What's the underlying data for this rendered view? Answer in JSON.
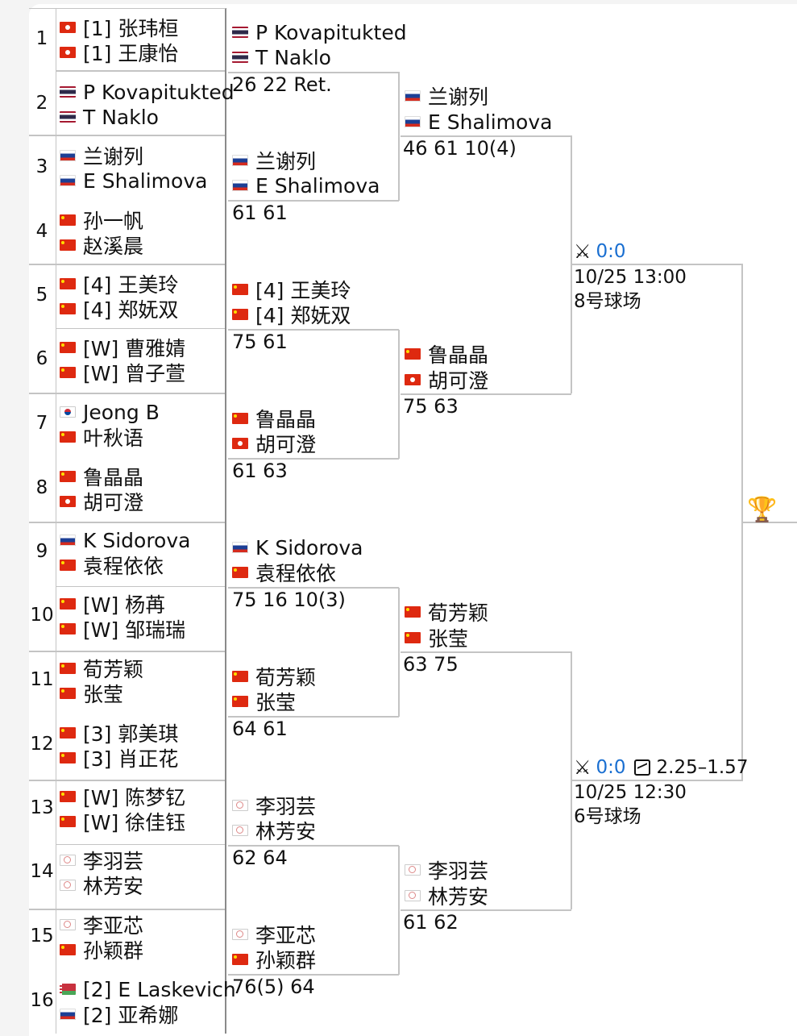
{
  "seeds": [
    "1",
    "2",
    "3",
    "4",
    "5",
    "6",
    "7",
    "8",
    "9",
    "10",
    "11",
    "12",
    "13",
    "14",
    "15",
    "16"
  ],
  "round1": [
    {
      "p1": {
        "flag": "hk",
        "name": "[1] 张玮桓"
      },
      "p2": {
        "flag": "hk",
        "name": "[1] 王康怡"
      }
    },
    {
      "p1": {
        "flag": "th",
        "name": "P Kovapitukted"
      },
      "p2": {
        "flag": "th",
        "name": "T Naklo"
      }
    },
    {
      "p1": {
        "flag": "ru",
        "name": "兰谢列"
      },
      "p2": {
        "flag": "ru",
        "name": "E Shalimova"
      }
    },
    {
      "p1": {
        "flag": "cn",
        "name": "孙一帆"
      },
      "p2": {
        "flag": "cn",
        "name": "赵溪晨"
      }
    },
    {
      "p1": {
        "flag": "cn",
        "name": "[4] 王美玲"
      },
      "p2": {
        "flag": "cn",
        "name": "[4] 郑妩双"
      }
    },
    {
      "p1": {
        "flag": "cn",
        "name": "[W] 曹雅婧"
      },
      "p2": {
        "flag": "cn",
        "name": "[W] 曾子萱"
      }
    },
    {
      "p1": {
        "flag": "kr",
        "name": "Jeong B"
      },
      "p2": {
        "flag": "cn",
        "name": "叶秋语"
      }
    },
    {
      "p1": {
        "flag": "cn",
        "name": "鲁晶晶"
      },
      "p2": {
        "flag": "hk",
        "name": "胡可澄"
      }
    },
    {
      "p1": {
        "flag": "ru",
        "name": "K Sidorova"
      },
      "p2": {
        "flag": "cn",
        "name": "袁程依依"
      }
    },
    {
      "p1": {
        "flag": "cn",
        "name": "[W] 杨苒"
      },
      "p2": {
        "flag": "cn",
        "name": "[W] 邹瑞瑞"
      }
    },
    {
      "p1": {
        "flag": "cn",
        "name": "荀芳颖"
      },
      "p2": {
        "flag": "cn",
        "name": "张莹"
      }
    },
    {
      "p1": {
        "flag": "cn",
        "name": "[3] 郭美琪"
      },
      "p2": {
        "flag": "cn",
        "name": "[3] 肖正花"
      }
    },
    {
      "p1": {
        "flag": "cn",
        "name": "[W] 陈梦钇"
      },
      "p2": {
        "flag": "cn",
        "name": "[W] 徐佳钰"
      }
    },
    {
      "p1": {
        "flag": "tw",
        "name": "李羽芸"
      },
      "p2": {
        "flag": "tw",
        "name": "林芳安"
      }
    },
    {
      "p1": {
        "flag": "tw",
        "name": "李亚芯"
      },
      "p2": {
        "flag": "cn",
        "name": "孙颖群"
      }
    },
    {
      "p1": {
        "flag": "by",
        "name": "[2] E Laskevich"
      },
      "p2": {
        "flag": "ru",
        "name": "[2] 亚希娜"
      }
    }
  ],
  "round2": [
    {
      "p1": {
        "flag": "th",
        "name": "P Kovapitukted"
      },
      "p2": {
        "flag": "th",
        "name": "T Naklo"
      },
      "score": "26 22 Ret."
    },
    {
      "p1": {
        "flag": "ru",
        "name": "兰谢列"
      },
      "p2": {
        "flag": "ru",
        "name": "E Shalimova"
      },
      "score": "61 61"
    },
    {
      "p1": {
        "flag": "cn",
        "name": "[4] 王美玲"
      },
      "p2": {
        "flag": "cn",
        "name": "[4] 郑妩双"
      },
      "score": "75 61"
    },
    {
      "p1": {
        "flag": "cn",
        "name": "鲁晶晶"
      },
      "p2": {
        "flag": "hk",
        "name": "胡可澄"
      },
      "score": "61 63"
    },
    {
      "p1": {
        "flag": "ru",
        "name": "K Sidorova"
      },
      "p2": {
        "flag": "cn",
        "name": "袁程依依"
      },
      "score": "75 16 10(3)"
    },
    {
      "p1": {
        "flag": "cn",
        "name": "荀芳颖"
      },
      "p2": {
        "flag": "cn",
        "name": "张莹"
      },
      "score": "64 61"
    },
    {
      "p1": {
        "flag": "tw",
        "name": "李羽芸"
      },
      "p2": {
        "flag": "tw",
        "name": "林芳安"
      },
      "score": "62 64"
    },
    {
      "p1": {
        "flag": "tw",
        "name": "李亚芯"
      },
      "p2": {
        "flag": "cn",
        "name": "孙颖群"
      },
      "score": "76(5) 64"
    }
  ],
  "quarterfinals": [
    {
      "p1": {
        "flag": "ru",
        "name": "兰谢列"
      },
      "p2": {
        "flag": "ru",
        "name": "E Shalimova"
      },
      "score": "46 61 10(4)"
    },
    {
      "p1": {
        "flag": "cn",
        "name": "鲁晶晶"
      },
      "p2": {
        "flag": "hk",
        "name": "胡可澄"
      },
      "score": "75 63"
    },
    {
      "p1": {
        "flag": "cn",
        "name": "荀芳颖"
      },
      "p2": {
        "flag": "cn",
        "name": "张莹"
      },
      "score": "63 75"
    },
    {
      "p1": {
        "flag": "tw",
        "name": "李羽芸"
      },
      "p2": {
        "flag": "tw",
        "name": "林芳安"
      },
      "score": "61 62"
    }
  ],
  "semifinals": [
    {
      "score": "0:0",
      "time": "10/25 13:00",
      "court": "8号球场",
      "icon": "crossed-swords-icon"
    },
    {
      "score": "0:0",
      "odds": "2.25–1.57",
      "time": "10/25 12:30",
      "court": "6号球场",
      "icon": "crossed-swords-icon",
      "odds_icon": "trend-chart-icon"
    }
  ],
  "final": {
    "icon": "trophy-icon",
    "icon_color": "#d4a017"
  },
  "colors": {
    "accent": "#1a6fd1",
    "line": "#c4c4c4"
  }
}
